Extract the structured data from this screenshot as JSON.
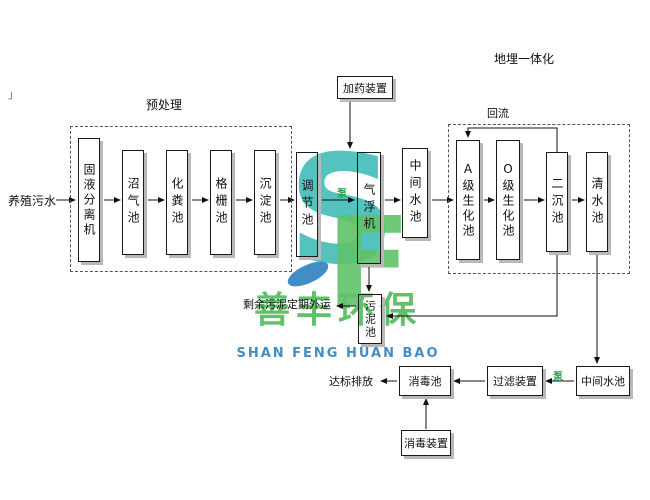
{
  "labels": {
    "influent": "养殖污水",
    "pretreatment_title": "预处理",
    "buried_title": "地埋一体化",
    "reflux": "回流",
    "pump1": "泵",
    "pump2": "泵",
    "discharge": "达标排放",
    "sludge_note": "剩余污泥定期外运",
    "stray_mark": "」"
  },
  "boxes": {
    "separator": "固液分离机",
    "biogas": "沼气池",
    "septic": "化粪池",
    "grid": "格栅池",
    "sediment": "沉淀池",
    "adjust": "调节池",
    "dosing": "加药装置",
    "air_flotation": "气浮机",
    "mid_pool_top": "中间水池",
    "bio_a": "A级生化池",
    "bio_o": "O级生化池",
    "secondary": "二沉池",
    "clear": "清水池",
    "sludge": "污泥池",
    "mid_pool_bottom": "中间水池",
    "filter": "过滤装置",
    "disinfect": "消毒池",
    "disinfect_device": "消毒装置"
  },
  "watermark": {
    "cn": "善丰环保",
    "en": "SHAN FENG HUAN BAO",
    "monogram_s": "S",
    "monogram_f": "F"
  },
  "colors": {
    "teal": "#2fb5b0",
    "logo_green": "#3cb549",
    "logo_blue": "#1b75bb",
    "pump_green": "#1fa24a",
    "box_shadow": "#b8b8b8",
    "line": "#111111"
  }
}
